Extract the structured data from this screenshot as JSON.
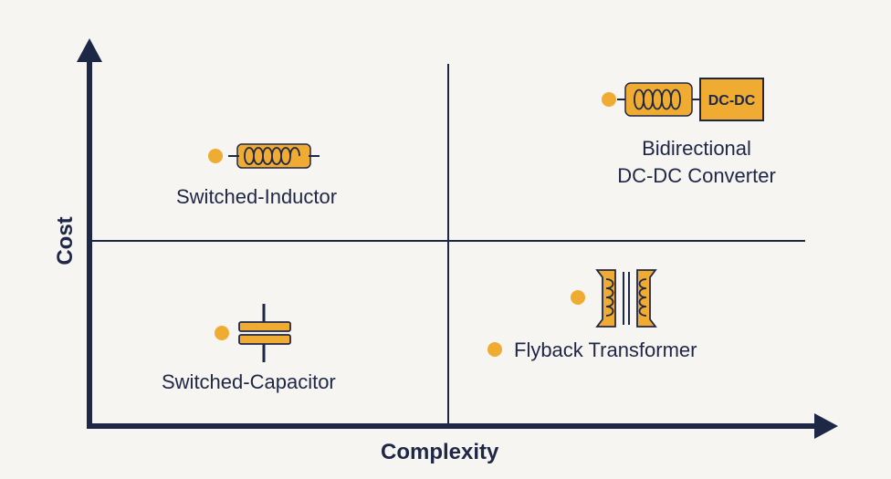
{
  "axes": {
    "x_label": "Complexity",
    "y_label": "Cost"
  },
  "quadrants": [
    {
      "label": "Switched-Inductor",
      "icon": "inductor-icon"
    },
    {
      "label_line1": "Bidirectional",
      "label_line2": "DC-DC Converter",
      "icon": "inductor-dcdc-icon",
      "box_text": "DC-DC"
    },
    {
      "label": "Switched-Capacitor",
      "icon": "capacitor-icon"
    },
    {
      "label": "Flyback Transformer",
      "icon": "transformer-icon"
    }
  ],
  "colors": {
    "axis": "#1f2747",
    "accent": "#f0ac32",
    "background": "#f6f5f1"
  }
}
